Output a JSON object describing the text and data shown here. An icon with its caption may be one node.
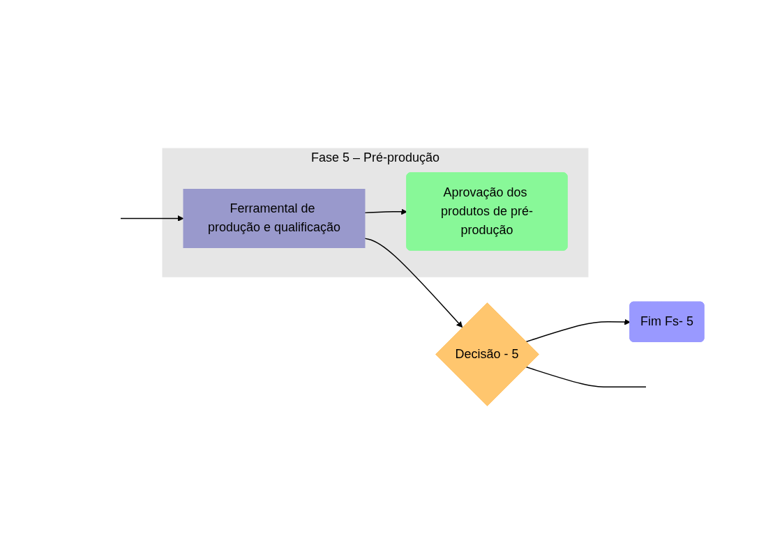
{
  "diagram": {
    "nodes": [
      {
        "text": [
          "Fase 5 – Pré-produção"
        ]
      },
      {
        "text": [
          "Ferramental de produção e qualificação"
        ],
        "in": 0
      },
      {
        "text": [
          "Aprovação dos produtos de pré-produção"
        ],
        "in": 0
      },
      {
        "text": [
          "Decisão - 5"
        ]
      },
      {
        "text": [
          "Fim Fs- 5"
        ]
      }
    ],
    "edges": [
      {
        "from": null,
        "to": 1,
        "arrow": "to"
      },
      {
        "from": 1,
        "to": 3,
        "arrow": "to"
      },
      {
        "from": 1,
        "to": 2,
        "arrow": "to"
      },
      {
        "from": 3,
        "to": 4,
        "arrow": "to"
      },
      {
        "from": 3,
        "to": null,
        "arrow": "none"
      }
    ]
  }
}
